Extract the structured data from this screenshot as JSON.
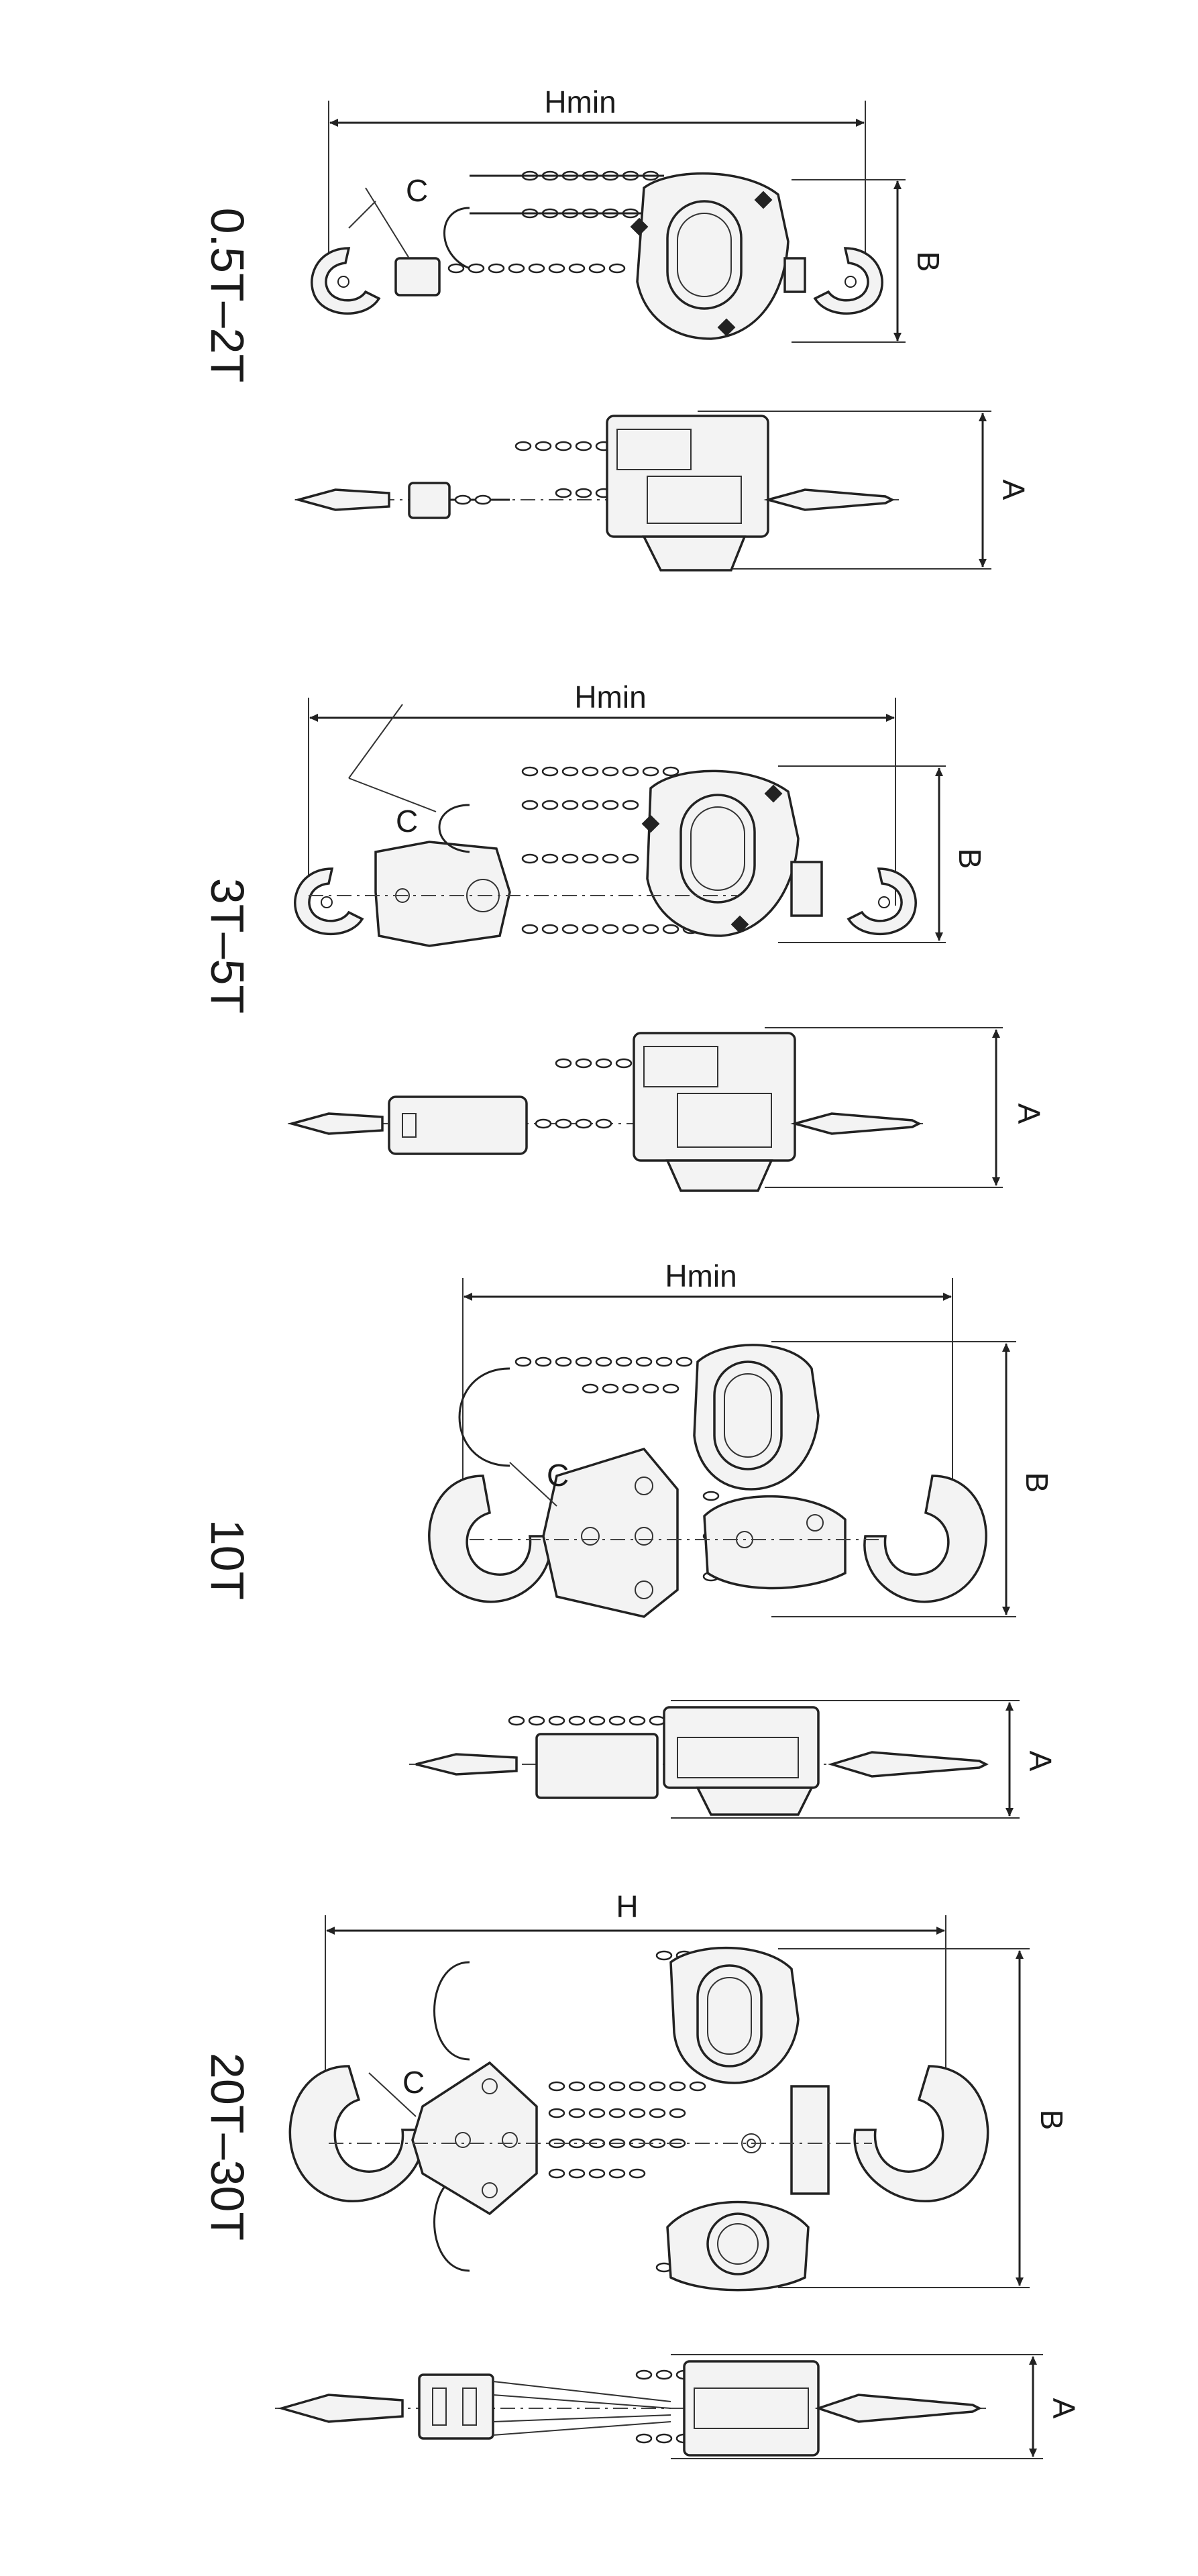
{
  "sections": [
    {
      "capacity": "0.5T–2T",
      "length_label": "Hmin",
      "height_label": "B",
      "width_label": "A",
      "angle_label": "C"
    },
    {
      "capacity": "3T–5T",
      "length_label": "Hmin",
      "height_label": "B",
      "width_label": "A",
      "angle_label": "C"
    },
    {
      "capacity": "10T",
      "length_label": "Hmin",
      "height_label": "B",
      "width_label": "A",
      "angle_label": "C"
    },
    {
      "capacity": "20T–30T",
      "length_label": "H",
      "height_label": "B",
      "width_label": "A",
      "angle_label": "C"
    }
  ],
  "colors": {
    "line": "#222222",
    "fill": "#f3f3f3",
    "background": "#ffffff"
  }
}
